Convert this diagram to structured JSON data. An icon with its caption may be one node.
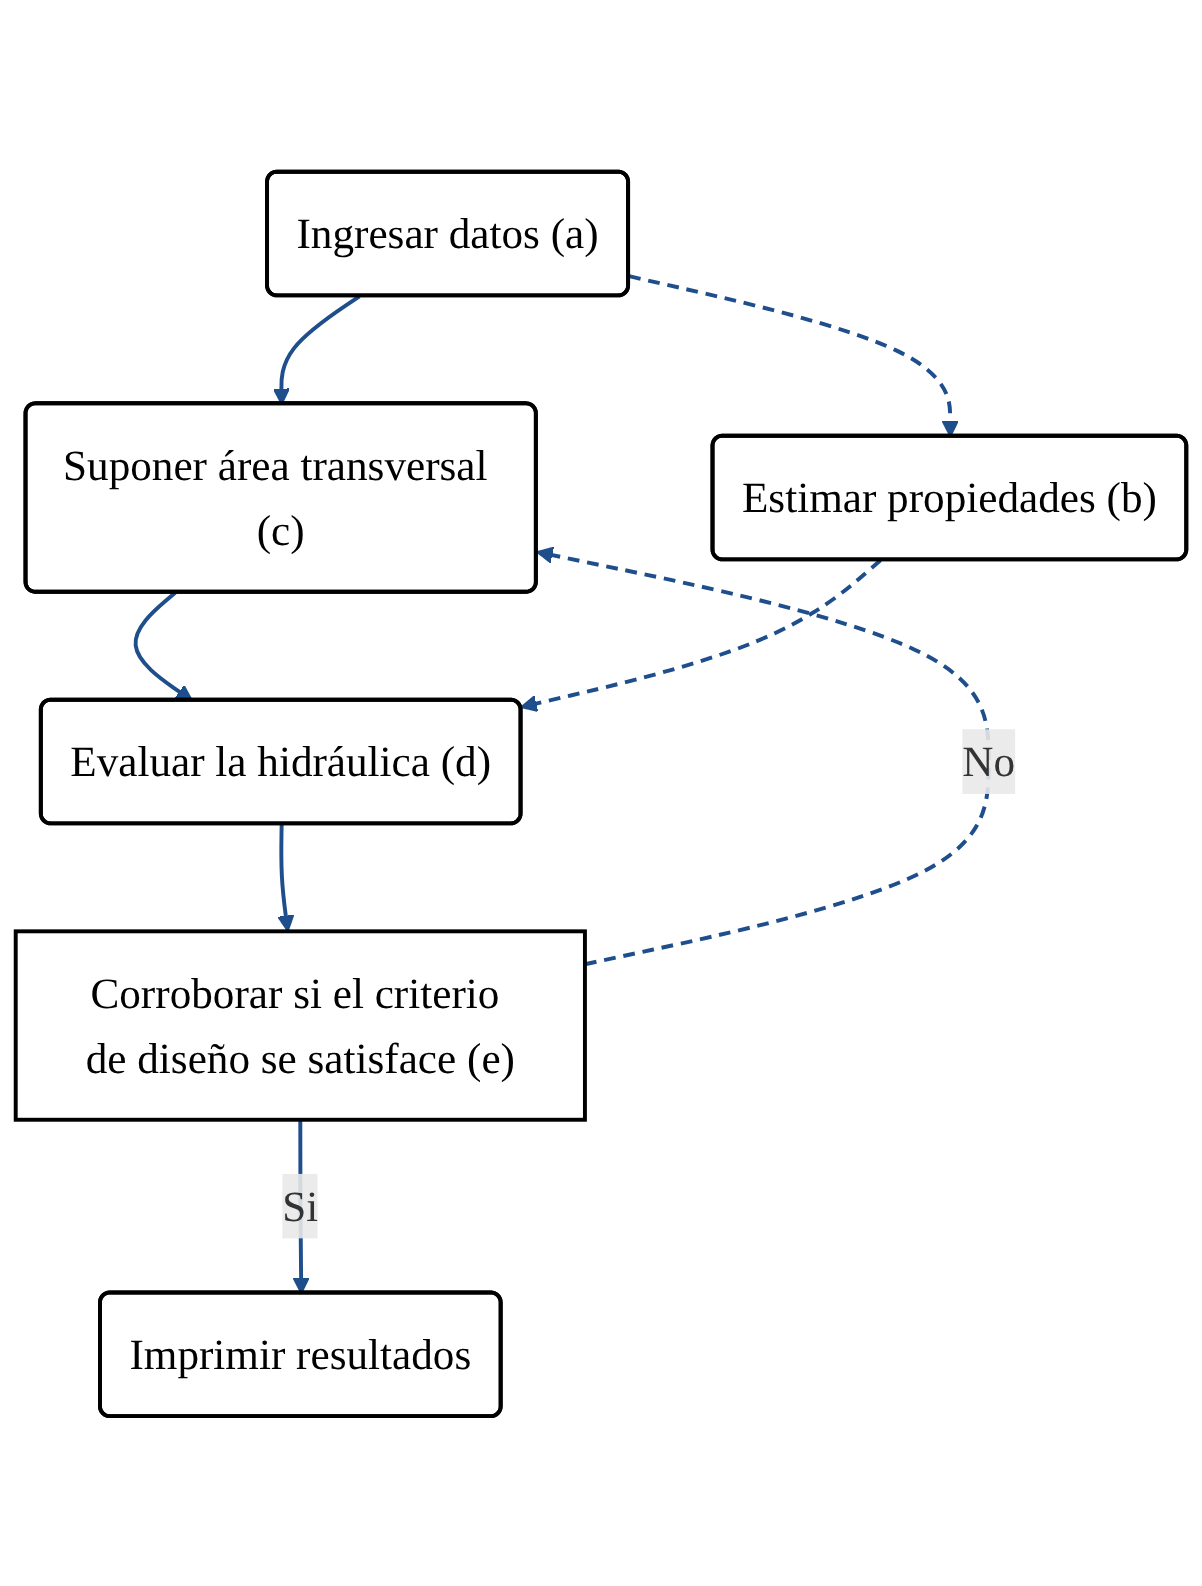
{
  "diagram": {
    "nodes": [
      {
        "text": [
          "Ingresar datos (a)"
        ]
      },
      {
        "text": [
          "Suponer área transversal (c)"
        ]
      },
      {
        "text": [
          "Estimar propiedades (b)"
        ]
      },
      {
        "text": [
          "Evaluar la hidráulica (d)"
        ]
      },
      {
        "text": [
          "Corroborar si el criterio de diseño se satisface (e)"
        ]
      },
      {
        "text": [
          "Imprimir resultados"
        ]
      }
    ],
    "edges": [
      {
        "from": 0,
        "to": 1,
        "arrow": "to"
      },
      {
        "from": 0,
        "to": 2,
        "arrow": "to",
        "style": "dashed"
      },
      {
        "from": 1,
        "to": 3,
        "arrow": "to"
      },
      {
        "from": 2,
        "to": 3,
        "arrow": "to",
        "style": "dashed"
      },
      {
        "from": 3,
        "to": 4,
        "arrow": "to"
      },
      {
        "from": 4,
        "to": 1,
        "arrow": "to",
        "style": "dashed",
        "label": "No"
      },
      {
        "from": 4,
        "to": 5,
        "arrow": "to",
        "label": "Si"
      }
    ]
  }
}
